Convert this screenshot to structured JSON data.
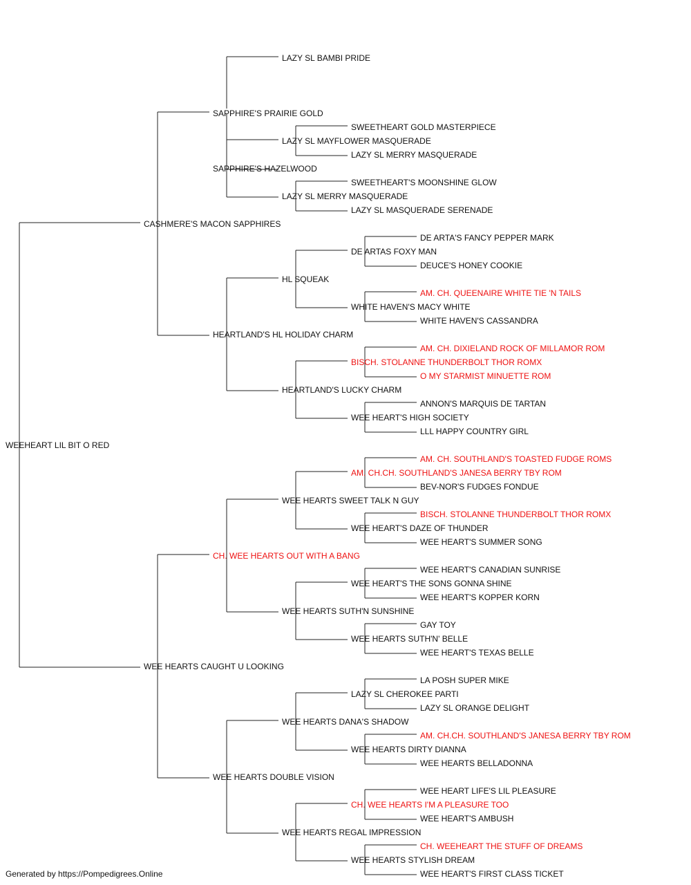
{
  "colors": {
    "text": "#111111",
    "champion": "#ee1111",
    "line": "#222222",
    "background": "#ffffff"
  },
  "footer": "Generated by https://Pompedigrees.Online",
  "pedigree": {
    "name": "WEEHEART LIL BIT O RED",
    "sire": {
      "name": "CASHMERE'S MACON SAPPHIRES",
      "sire": {
        "name": "SAPPHIRE'S PRAIRIE GOLD",
        "sire": {
          "name": "LAZY SL BAMBI PRIDE"
        }
      },
      "dam": {
        "name": "SAPPHIRE'S HAZELWOOD",
        "sire": {
          "name": "LAZY SL MAYFLOWER MASQUERADE",
          "sire": {
            "name": "SWEETHEART GOLD MASTERPIECE"
          },
          "dam": {
            "name": "LAZY SL MERRY MASQUERADE"
          }
        },
        "dam": {
          "name": "LAZY SL MERRY MASQUERADE",
          "sire": {
            "name": "SWEETHEART'S MOONSHINE GLOW"
          },
          "dam": {
            "name": "LAZY SL MASQUERADE SERENADE"
          }
        }
      }
    },
    "dam": {
      "name": "WEE HEARTS CAUGHT U LOOKING",
      "sire": {
        "name": "CH. WEE HEARTS OUT WITH A BANG",
        "champion": true,
        "sire": {
          "name": "WEE HEARTS SWEET TALK N GUY",
          "sire": {
            "name": "AM. CH.CH. SOUTHLAND'S JANESA BERRY TBY ROM",
            "champion": true,
            "sire": {
              "name": "AM. CH. SOUTHLAND'S TOASTED FUDGE ROMS",
              "champion": true
            },
            "dam": {
              "name": "BEV-NOR'S FUDGES FONDUE"
            }
          },
          "dam": {
            "name": "WEE HEART'S DAZE OF THUNDER",
            "sire": {
              "name": "BISCH. STOLANNE THUNDERBOLT THOR ROMX",
              "champion": true
            },
            "dam": {
              "name": "WEE HEART'S SUMMER SONG"
            }
          }
        },
        "dam": {
          "name": "WEE HEARTS SUTH'N SUNSHINE",
          "sire": {
            "name": "WEE HEART'S THE SONS GONNA SHINE",
            "sire": {
              "name": "WEE HEART'S CANADIAN SUNRISE"
            },
            "dam": {
              "name": "WEE HEART'S KOPPER KORN"
            }
          },
          "dam": {
            "name": "WEE HEARTS SUTH'N' BELLE",
            "sire": {
              "name": "GAY TOY"
            },
            "dam": {
              "name": "WEE HEART'S TEXAS BELLE"
            }
          }
        }
      },
      "dam": {
        "name": "WEE HEARTS DOUBLE VISION",
        "sire": {
          "name": "WEE HEARTS DANA'S SHADOW",
          "sire": {
            "name": "LAZY SL CHEROKEE PARTI",
            "sire": {
              "name": "LA POSH SUPER MIKE"
            },
            "dam": {
              "name": "LAZY SL ORANGE DELIGHT"
            }
          },
          "dam": {
            "name": "WEE HEARTS DIRTY DIANNA",
            "sire": {
              "name": "AM. CH.CH. SOUTHLAND'S JANESA BERRY TBY ROM",
              "champion": true
            },
            "dam": {
              "name": "WEE HEARTS BELLADONNA"
            }
          }
        },
        "dam": {
          "name": "WEE HEARTS REGAL IMPRESSION",
          "sire": {
            "name": "CH. WEE HEARTS I'M A PLEASURE TOO",
            "champion": true,
            "sire": {
              "name": "WEE HEART LIFE'S LIL PLEASURE"
            },
            "dam": {
              "name": "WEE HEART'S AMBUSH"
            }
          },
          "dam": {
            "name": "WEE HEARTS STYLISH DREAM",
            "sire": {
              "name": "CH. WEEHEART THE STUFF OF DREAMS",
              "champion": true
            },
            "dam": {
              "name": "WEE HEART'S FIRST CLASS TICKET"
            }
          }
        }
      }
    }
  },
  "sire_red": {
    "name": "HEARTLAND'S HL HOLIDAY CHARM",
    "sire": {
      "name": "HL SQUEAK",
      "sire": {
        "name": "DE ARTAS FOXY MAN",
        "sire": {
          "name": "DE ARTA'S FANCY PEPPER MARK"
        },
        "dam": {
          "name": "DEUCE'S HONEY COOKIE"
        }
      },
      "dam": {
        "name": "WHITE HAVEN'S MACY WHITE",
        "sire": {
          "name": "AM. CH. QUEENAIRE WHITE TIE 'N TAILS",
          "champion": true
        },
        "dam": {
          "name": "WHITE HAVEN'S CASSANDRA"
        }
      }
    },
    "dam": {
      "name": "HEARTLAND'S LUCKY CHARM",
      "sire": {
        "name": "BISCH. STOLANNE THUNDERBOLT THOR ROMX",
        "champion": true,
        "sire": {
          "name": "AM. CH. DIXIELAND ROCK OF MILLAMOR ROM",
          "champion": true
        },
        "dam": {
          "name": "O MY STARMIST MINUETTE ROM",
          "champion": true
        }
      },
      "dam": {
        "name": "WEE HEART'S HIGH SOCIETY",
        "sire": {
          "name": "ANNON'S MARQUIS DE TARTAN"
        },
        "dam": {
          "name": "LLL HAPPY COUNTRY GIRL"
        }
      }
    }
  }
}
